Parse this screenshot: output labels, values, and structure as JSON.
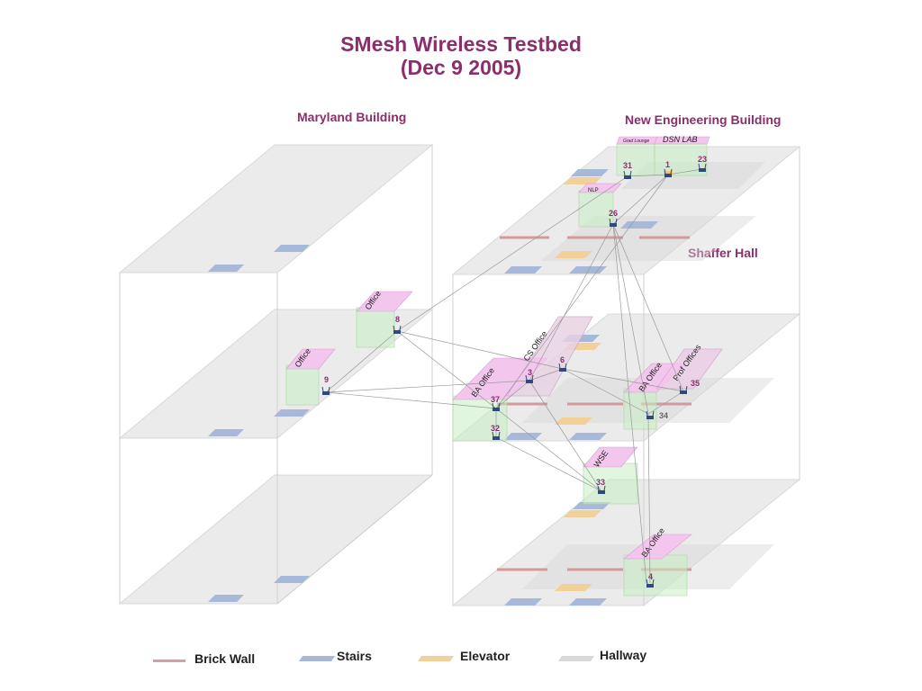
{
  "title": {
    "line1": "SMesh Wireless Testbed",
    "line2": "(Dec 9 2005)"
  },
  "buildings": {
    "maryland": "Maryland Building",
    "new_engineering": "New Engineering Building",
    "shaffer": "Shaffer Hall"
  },
  "rooms": {
    "grad_lounge": "Grad Lounge",
    "dsn_lab": "DSN LAB",
    "nlp": "NLP",
    "office_a": "Office",
    "office_b": "Office",
    "cs_office": "CS Office",
    "ba_office_a": "BA Office",
    "ba_office_b": "BA Office",
    "prof_offices": "Prof Offices",
    "wse": "WSE",
    "ba_office_c": "BA Office"
  },
  "nodes": [
    "1",
    "23",
    "31",
    "26",
    "8",
    "9",
    "3",
    "6",
    "37",
    "32",
    "35",
    "34",
    "33",
    "4"
  ],
  "legend": {
    "brick_wall": {
      "label": "Brick Wall",
      "color": "#d4a0a0"
    },
    "stairs": {
      "label": "Stairs",
      "color": "#a8b8d8"
    },
    "elevator": {
      "label": "Elevator",
      "color": "#f2d09a"
    },
    "hallway": {
      "label": "Hallway",
      "color": "#d8d8d8"
    }
  },
  "colors": {
    "accent": "#8b2f6b",
    "room_fill": "#f3c6ee",
    "room_box": "#c9efc2"
  }
}
